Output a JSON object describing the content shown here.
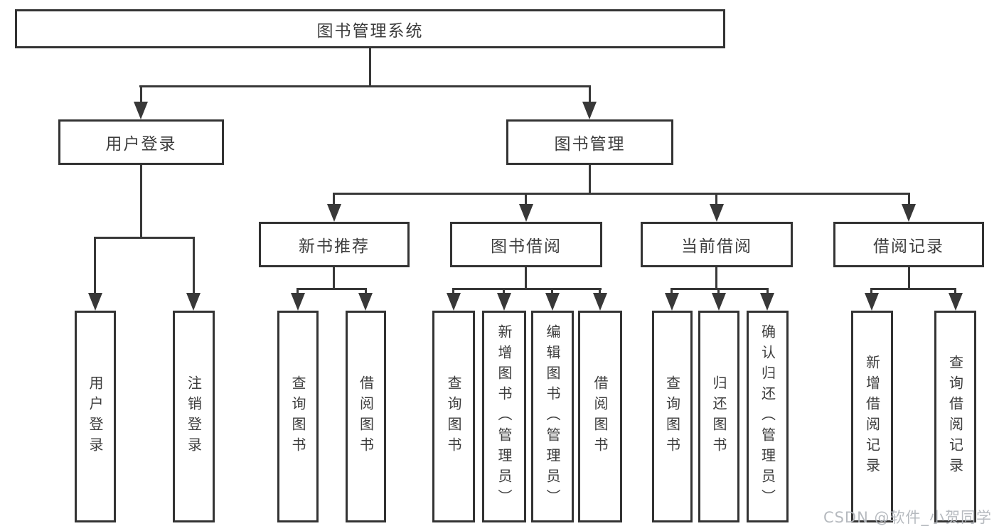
{
  "diagram": {
    "root": {
      "label": "图书管理系统"
    },
    "branches": {
      "user_login": {
        "label": "用户登录",
        "children": [
          {
            "label": "用户登录"
          },
          {
            "label": "注销登录"
          }
        ]
      },
      "book_management": {
        "label": "图书管理",
        "children": [
          {
            "label": "新书推荐",
            "children": [
              {
                "label": "查询图书"
              },
              {
                "label": "借阅图书"
              }
            ]
          },
          {
            "label": "图书借阅",
            "children": [
              {
                "label": "查询图书"
              },
              {
                "label": "新增图书（管理员）"
              },
              {
                "label": "编辑图书（管理员）"
              },
              {
                "label": "借阅图书"
              }
            ]
          },
          {
            "label": "当前借阅",
            "children": [
              {
                "label": "查询图书"
              },
              {
                "label": "归还图书"
              },
              {
                "label": "确认归还（管理员）"
              }
            ]
          },
          {
            "label": "借阅记录",
            "children": [
              {
                "label": "新增借阅记录"
              },
              {
                "label": "查询借阅记录"
              }
            ]
          }
        ]
      }
    }
  },
  "watermark": {
    "text": "CSDN @软件_小贺同学",
    "color": "#b2b6bc"
  },
  "colors": {
    "line": "#383838",
    "box_border": "#333333",
    "text": "#3d3d3d",
    "background": "#ffffff"
  }
}
